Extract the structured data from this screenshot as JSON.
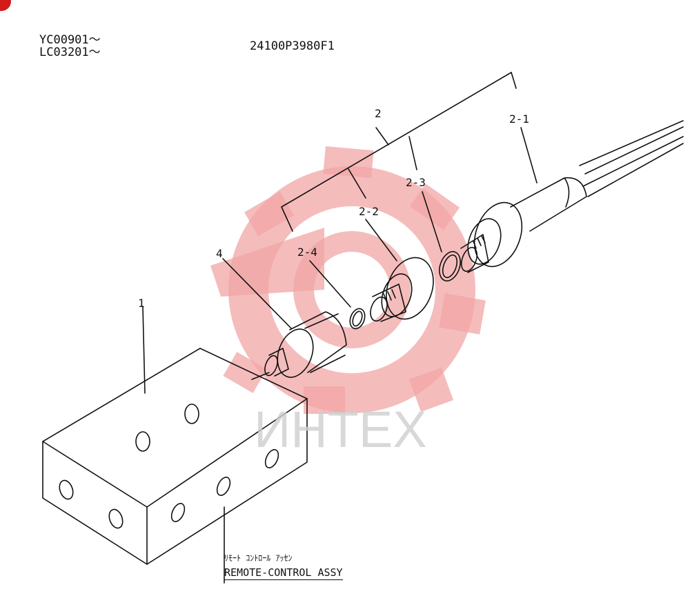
{
  "header": {
    "serial_line_1": "YC00901～",
    "serial_line_2": "LC03201～",
    "part_number": "24100P3980F1"
  },
  "callouts": {
    "item_1": "1",
    "item_2": "2",
    "item_2_1": "2-1",
    "item_2_2": "2-2",
    "item_2_3": "2-3",
    "item_2_4": "2-4",
    "item_4": "4"
  },
  "caption": {
    "japanese": "ﾘﾓｰﾄ ｺﾝﾄﾛｰﾙ ｱｯｾﾝ",
    "english": "REMOTE-CONTROL ASSY"
  },
  "watermark": {
    "text": "ИНТЕХ",
    "color": "#f2a6a6"
  },
  "colors": {
    "line": "#111111",
    "badge": "#d21b1b"
  }
}
